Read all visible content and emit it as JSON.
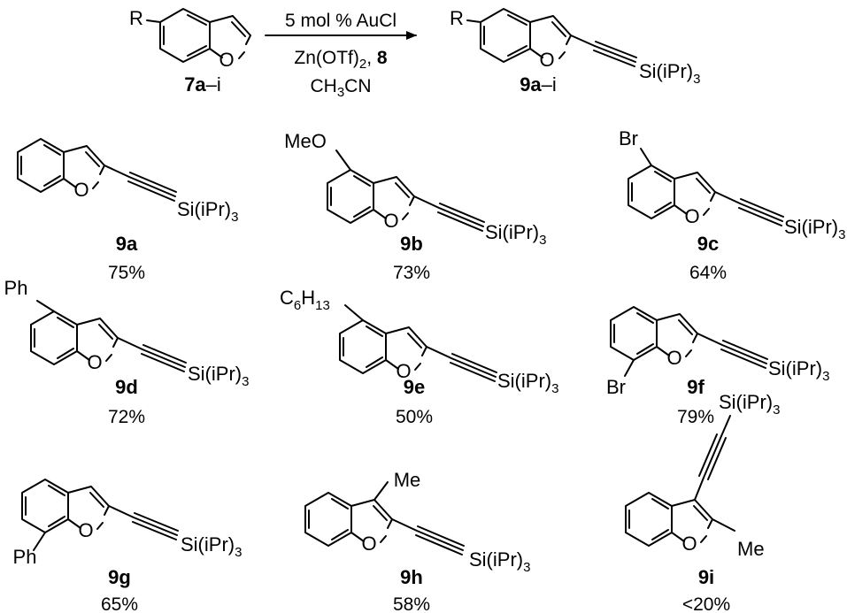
{
  "reaction": {
    "reactant": {
      "label_bold": "7a",
      "label_rest": "–i",
      "substituent": "R",
      "heteroatom": "O"
    },
    "product": {
      "label_bold": "9a",
      "label_rest": "–i",
      "substituent": "R",
      "heteroatom": "O",
      "silyl": "Si(iPr)",
      "silyl_sub": "3"
    },
    "conditions": {
      "line1": "5 mol % AuCl",
      "line2_pre": "Zn(OTf)",
      "line2_sub": "2",
      "line2_sep": ", ",
      "line2_bold": "8",
      "line3_pre": "CH",
      "line3_sub": "3",
      "line3_post": "CN"
    }
  },
  "products": [
    {
      "id": "9a",
      "yield": "75%",
      "substituent": ""
    },
    {
      "id": "9b",
      "yield": "73%",
      "substituent": "MeO"
    },
    {
      "id": "9c",
      "yield": "64%",
      "substituent": "Br"
    },
    {
      "id": "9d",
      "yield": "72%",
      "substituent": "Ph"
    },
    {
      "id": "9e",
      "yield": "50%",
      "substituent_pre": "C",
      "substituent_sub1": "6",
      "substituent_mid": "H",
      "substituent_sub2": "13"
    },
    {
      "id": "9f",
      "yield": "79%",
      "substituent": "Br"
    },
    {
      "id": "9g",
      "yield": "65%",
      "substituent": "Ph"
    },
    {
      "id": "9h",
      "yield": "58%",
      "substituent": "Me"
    },
    {
      "id": "9i",
      "yield": "<20%",
      "substituent": "Me"
    }
  ],
  "common": {
    "oxygen": "O",
    "silyl": "Si(iPr)",
    "silyl_sub": "3"
  }
}
